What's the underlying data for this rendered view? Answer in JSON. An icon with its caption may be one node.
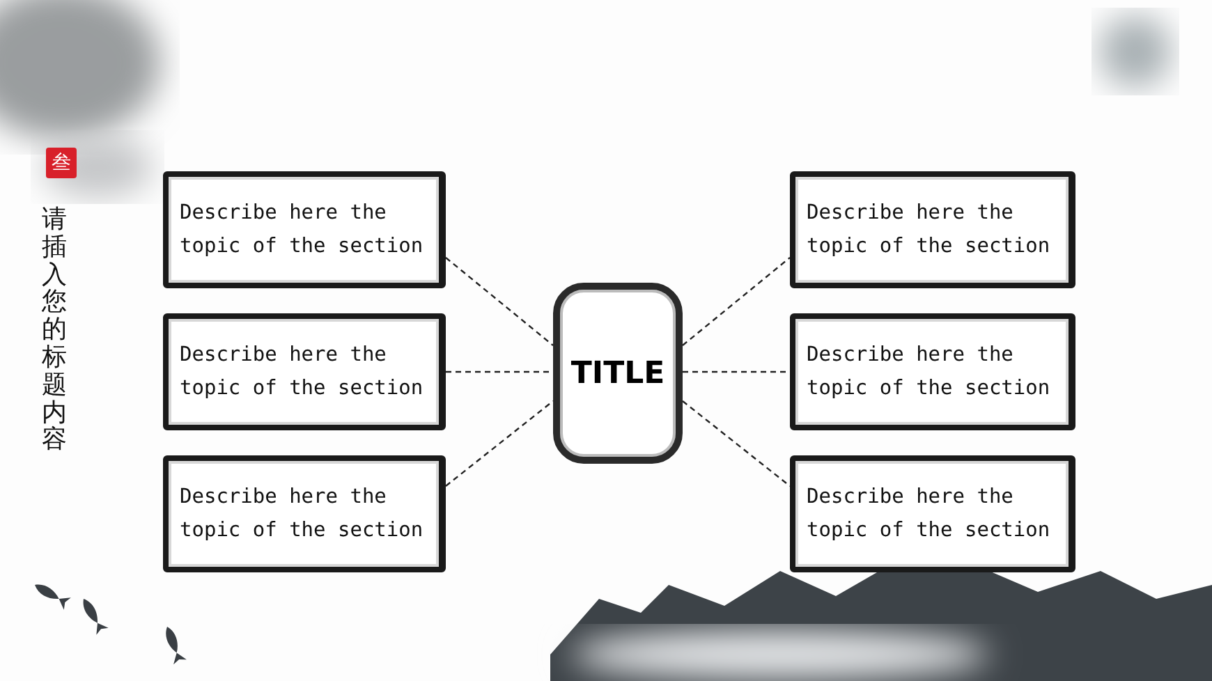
{
  "diagram": {
    "nodes": [
      {
        "text": [
          "TITLE"
        ]
      },
      {
        "text": [
          "Describe here the topic of the section"
        ]
      },
      {
        "text": [
          "Describe here the topic of the section"
        ]
      },
      {
        "text": [
          "Describe here the topic of the section"
        ]
      },
      {
        "text": [
          "Describe here the topic of the section"
        ]
      },
      {
        "text": [
          "Describe here the topic of the section"
        ]
      },
      {
        "text": [
          "Describe here the topic of the section"
        ]
      }
    ],
    "edges": [
      {
        "from": 1,
        "to": 0,
        "arrow": "none",
        "style": "dashed"
      },
      {
        "from": 2,
        "to": 0,
        "arrow": "none",
        "style": "dashed"
      },
      {
        "from": 3,
        "to": 0,
        "arrow": "none",
        "style": "dashed"
      },
      {
        "from": 0,
        "to": 4,
        "arrow": "none",
        "style": "dashed"
      },
      {
        "from": 0,
        "to": 5,
        "arrow": "none",
        "style": "dashed"
      },
      {
        "from": 0,
        "to": 6,
        "arrow": "none",
        "style": "dashed"
      }
    ],
    "labels": [
      "叁",
      "请插入您的标题内容"
    ]
  }
}
